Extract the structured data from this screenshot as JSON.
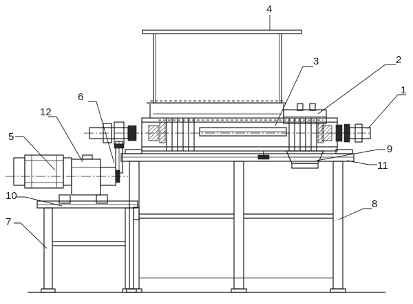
{
  "callouts": [
    {
      "id": "c1",
      "text": "1"
    },
    {
      "id": "c2",
      "text": "2"
    },
    {
      "id": "c3",
      "text": "3"
    },
    {
      "id": "c4",
      "text": "4"
    },
    {
      "id": "c5",
      "text": "5"
    },
    {
      "id": "c6",
      "text": "6"
    },
    {
      "id": "c7",
      "text": "7"
    },
    {
      "id": "c8",
      "text": "8"
    },
    {
      "id": "c9",
      "text": "9"
    },
    {
      "id": "c10",
      "text": "10"
    },
    {
      "id": "c11",
      "text": "11"
    },
    {
      "id": "c12",
      "text": "12"
    }
  ]
}
